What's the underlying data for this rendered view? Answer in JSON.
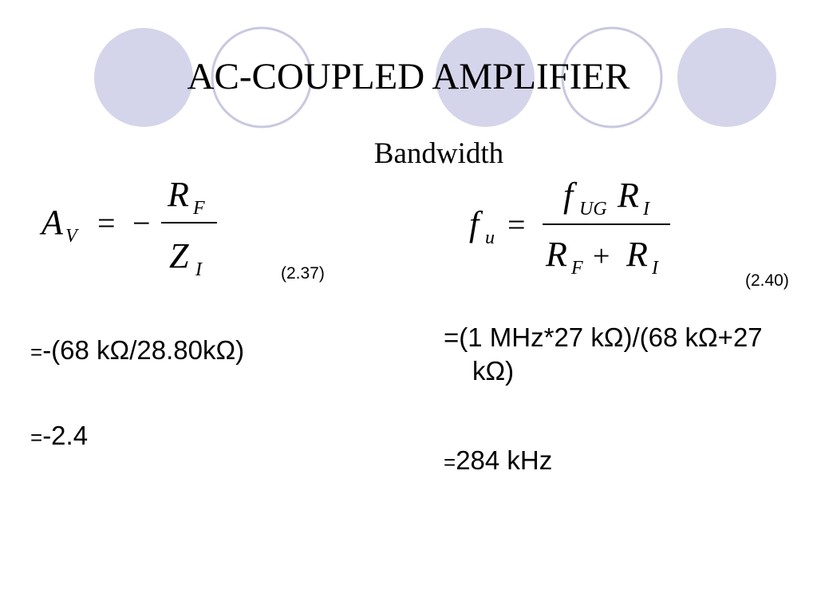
{
  "slide": {
    "title": "AC-COUPLED AMPLIFIER",
    "subtitle": "Bandwidth",
    "decor_circle_color": "#d4d4ea",
    "decor_ring_color": "#c8c8e0",
    "equations": {
      "gain": {
        "number": "(2.37)"
      },
      "unity_bandwidth": {
        "number": "(2.40)"
      }
    },
    "left_calc": {
      "line1_sign": "=",
      "line1_text": "-(68 kΩ/28.80kΩ)",
      "line2_sign": "=",
      "line2_text": "-2.4"
    },
    "right_calc": {
      "line1_text": "=(1 MHz*27 kΩ)/(68 kΩ+27 kΩ)",
      "line2_sign": "=",
      "line2_text": "284 kHz"
    }
  }
}
